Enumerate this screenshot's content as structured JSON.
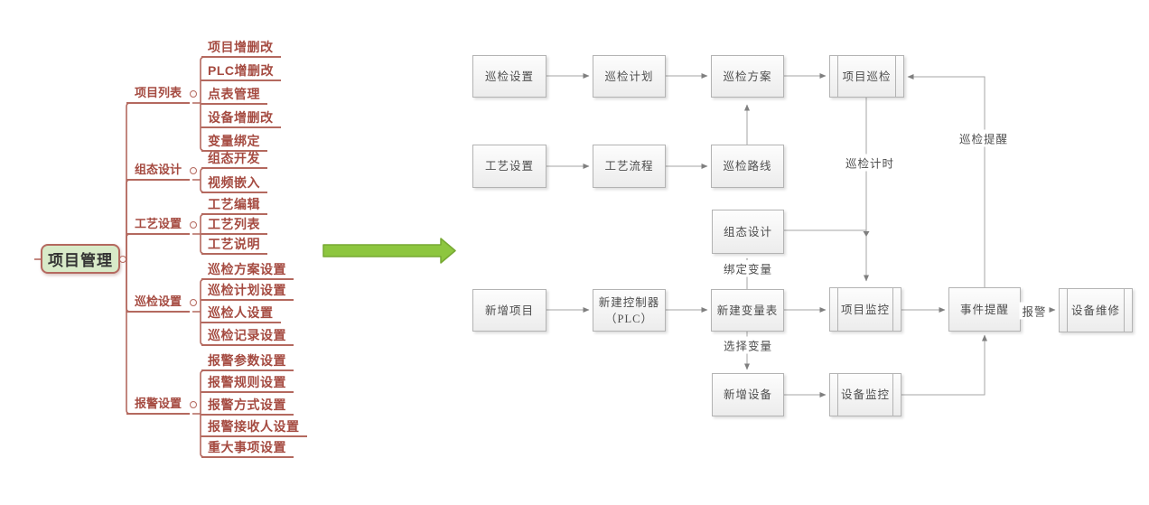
{
  "mindmap": {
    "root": "项目管理",
    "branches": [
      {
        "label": "项目列表",
        "children": [
          "项目增删改",
          "PLC增删改",
          "点表管理",
          "设备增删改",
          "变量绑定"
        ]
      },
      {
        "label": "组态设计",
        "children": [
          "组态开发",
          "视频嵌入"
        ]
      },
      {
        "label": "工艺设置",
        "children": [
          "工艺编辑",
          "工艺列表",
          "工艺说明"
        ]
      },
      {
        "label": "巡检设置",
        "children": [
          "巡检方案设置",
          "巡检计划设置",
          "巡检人设置",
          "巡检记录设置"
        ]
      },
      {
        "label": "报警设置",
        "children": [
          "报警参数设置",
          "报警规则设置",
          "报警方式设置",
          "报警接收人设置",
          "重大事项设置"
        ]
      }
    ]
  },
  "flowchart": {
    "nodes": {
      "inspect_setting": "巡检设置",
      "inspect_plan": "巡检计划",
      "inspect_scheme": "巡检方案",
      "project_inspect": "项目巡检",
      "process_setting": "工艺设置",
      "process_flow": "工艺流程",
      "inspect_route": "巡检路线",
      "scada_design": "组态设计",
      "new_project": "新增项目",
      "new_plc_line1": "新建控制器",
      "new_plc_line2": "（PLC）",
      "new_var_table": "新建变量表",
      "project_monitor": "项目监控",
      "event_remind": "事件提醒",
      "device_repair": "设备维修",
      "new_device": "新增设备",
      "device_monitor": "设备监控"
    },
    "edge_labels": {
      "inspect_timing": "巡检计时",
      "inspect_remind": "巡检提醒",
      "bind_var": "绑定变量",
      "select_var": "选择变量",
      "alarm": "报警"
    }
  },
  "colors": {
    "mindmap_line": "#b4695f",
    "mindmap_text": "#a54b41",
    "root_fill": "#d8eac8",
    "flow_border": "#b3b3b3",
    "flow_text": "#4d4d4d",
    "flow_line": "#a6a6a6",
    "arrow_green": "#8dc63f"
  }
}
